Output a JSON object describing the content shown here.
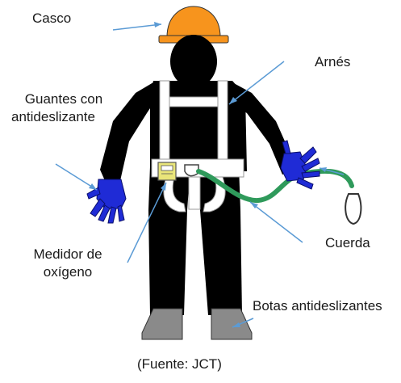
{
  "labels": {
    "casco": "Casco",
    "arnes": "Arnés",
    "guantes_line1": "Guantes con",
    "guantes_line2": "antideslizante",
    "medidor_line1": "Medidor de",
    "medidor_line2": "oxígeno",
    "cuerda": "Cuerda",
    "botas": "Botas antideslizantes"
  },
  "caption": "(Fuente: JCT)",
  "colors": {
    "helmet": "#f7941d",
    "body": "#000000",
    "harness": "#ffffff",
    "gloves": "#1f2bd6",
    "rope": "#2f9a5b",
    "boots": "#8a8a8a",
    "oxygen_meter": "#e9e57a",
    "leader_lines": "#5b9bd5"
  }
}
